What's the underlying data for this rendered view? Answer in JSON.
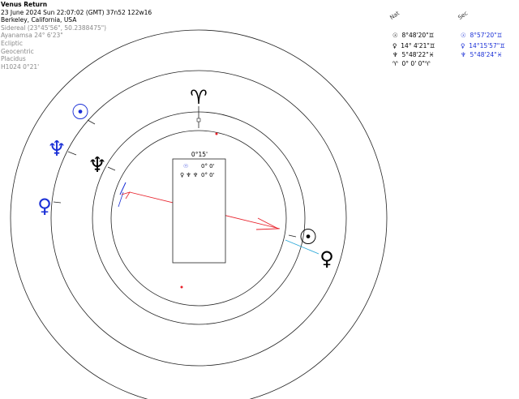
{
  "header": {
    "title": "Venus Return",
    "datetime": "23 June 2024  Sun  22:07:02 (GMT) 37n52  122w16",
    "location": "Berkeley, California, USA",
    "settings": [
      "Sidereal (23°45'56\", 50.2388475\")",
      "Ayanamsa 24° 6'23\"",
      "Ecliptic",
      "Geocentric",
      "Placidus",
      "H1024   0°21'"
    ]
  },
  "tables": {
    "nat_header": "Nat",
    "sec_header": "Sec",
    "nat_rows": [
      {
        "glyph": "☉",
        "value": "8°48'20\"",
        "sign": "♊"
      },
      {
        "glyph": "♀",
        "value": "14° 4'21\"",
        "sign": "♊"
      },
      {
        "glyph": "♆",
        "value": "5°48'22\"",
        "sign": "♓"
      },
      {
        "glyph": "♈",
        "value": "0° 0' 0\"",
        "sign": "♈"
      }
    ],
    "sec_rows": [
      {
        "glyph": "☉",
        "value": "8°57'20\"",
        "sign": "♊"
      },
      {
        "glyph": "♀",
        "value": "14°15'57\"",
        "sign": "♊"
      },
      {
        "glyph": "♆",
        "value": "5°48'24\"",
        "sign": "♓"
      }
    ]
  },
  "chart": {
    "center_box_label": "0°15'",
    "box_rows": [
      {
        "glyph": "☉",
        "value": "0° 0'"
      },
      {
        "glyph": "♀ ♆ ♆",
        "value": "0° 0'"
      }
    ],
    "aries_glyph": "♈",
    "outer_glyphs": {
      "sun": "☉",
      "neptune": "♆",
      "venus": "♀"
    },
    "inner_glyphs": {
      "neptune": "♆",
      "sun": "☉",
      "venus": "♀"
    },
    "colors": {
      "blue": "#1a2fd6",
      "red": "#e8202a",
      "cyan": "#2aa8d8"
    }
  }
}
